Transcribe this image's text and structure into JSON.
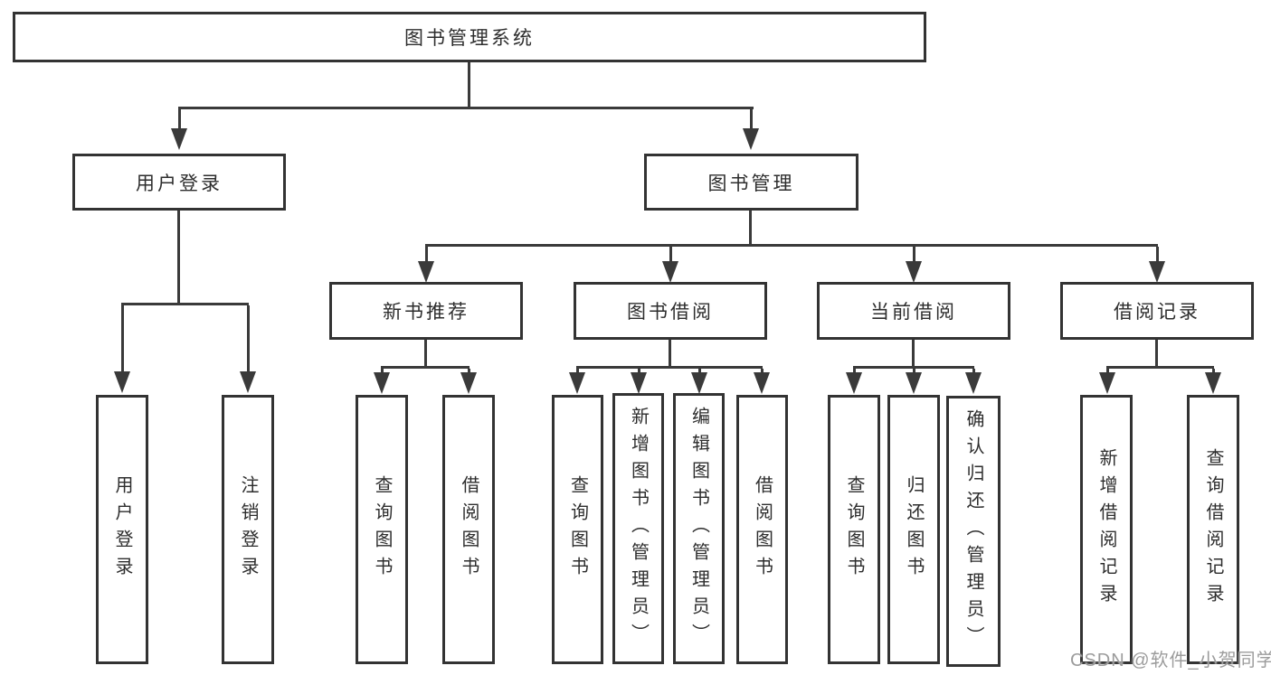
{
  "colors": {
    "border": "#333333",
    "line": "#3a3a3a",
    "text": "#2d2d2d",
    "bg": "#ffffff",
    "wm": "#9c9c9c"
  },
  "watermark": {
    "text": "CSDN @软件_小贺同学"
  },
  "tree": {
    "label": "图书管理系统",
    "children": [
      {
        "label": "用户登录",
        "children": [
          {
            "label": "用户登录"
          },
          {
            "label": "注销登录"
          }
        ]
      },
      {
        "label": "图书管理",
        "children": [
          {
            "label": "新书推荐",
            "children": [
              {
                "label": "查询图书"
              },
              {
                "label": "借阅图书"
              }
            ]
          },
          {
            "label": "图书借阅",
            "children": [
              {
                "label": "查询图书"
              },
              {
                "label": "新增图书（管理员）"
              },
              {
                "label": "编辑图书（管理员）"
              },
              {
                "label": "借阅图书"
              }
            ]
          },
          {
            "label": "当前借阅",
            "children": [
              {
                "label": "查询图书"
              },
              {
                "label": "归还图书"
              },
              {
                "label": "确认归还（管理员）"
              }
            ]
          },
          {
            "label": "借阅记录",
            "children": [
              {
                "label": "新增借阅记录"
              },
              {
                "label": "查询借阅记录"
              }
            ]
          }
        ]
      }
    ]
  }
}
